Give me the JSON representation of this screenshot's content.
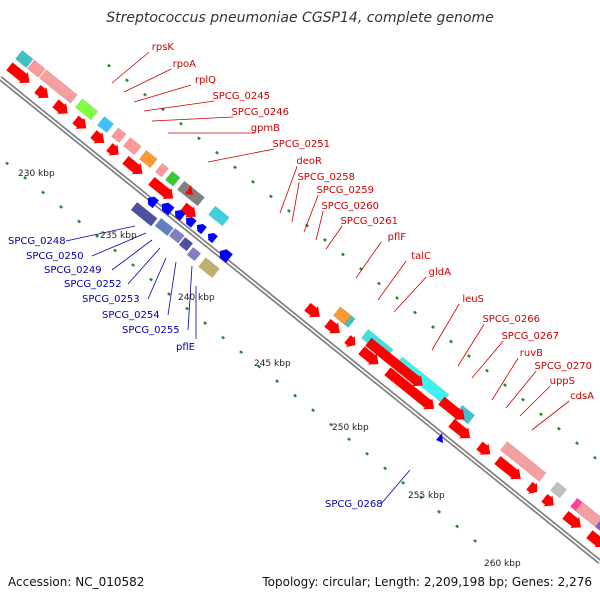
{
  "title": "Streptococcus pneumoniae CGSP14, complete genome",
  "footer": {
    "accession": "Accession: NC_010582",
    "topology": "Topology: circular; Length: 2,209,198 bp; Genes: 2,276"
  },
  "colors": {
    "forward_label": "#cc0000",
    "reverse_label": "#0000aa",
    "forward_gene": "#ff0000",
    "reverse_gene": "#0000ff",
    "backbone": "#808080",
    "tick": "#2a8a2a"
  },
  "kbp_markers": [
    "230 kbp",
    "235 kbp",
    "240 kbp",
    "245 kbp",
    "250 kbp",
    "255 kbp",
    "260 kbp"
  ],
  "forward_labels": [
    "rpsK",
    "rpoA",
    "rplQ",
    "SPCG_0245",
    "SPCG_0246",
    "gpmB",
    "SPCG_0251",
    "deoR",
    "SPCG_0258",
    "SPCG_0259",
    "SPCG_0260",
    "SPCG_0261",
    "pflF",
    "talC",
    "gldA",
    "leuS",
    "SPCG_0266",
    "SPCG_0267",
    "ruvB",
    "SPCG_0270",
    "uppS",
    "cdsA"
  ],
  "reverse_labels": [
    "SPCG_0248",
    "SPCG_0250",
    "SPCG_0249",
    "SPCG_0252",
    "SPCG_0253",
    "SPCG_0254",
    "SPCG_0255",
    "pflE",
    "SPCG_0268"
  ]
}
